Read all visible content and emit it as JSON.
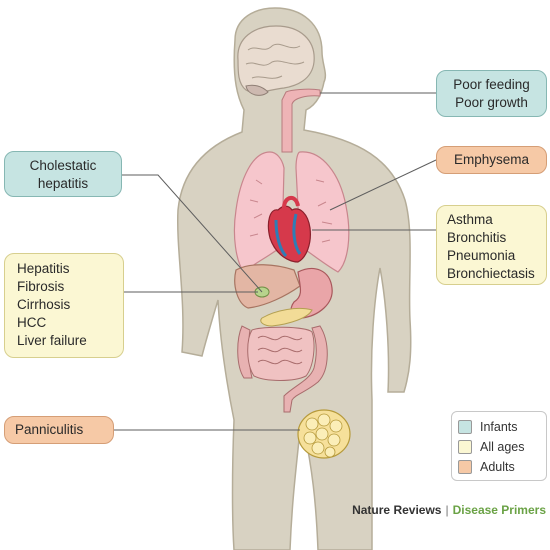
{
  "callouts": {
    "feeding": {
      "lines": [
        "Poor feeding",
        "Poor growth"
      ],
      "group": "infants"
    },
    "emphysema": {
      "lines": [
        "Emphysema"
      ],
      "group": "adults"
    },
    "cholestatic": {
      "lines": [
        "Cholestatic",
        "hepatitis"
      ],
      "group": "infants"
    },
    "respiratory": {
      "lines": [
        "Asthma",
        "Bronchitis",
        "Pneumonia",
        "Bronchiectasis"
      ],
      "group": "all_ages"
    },
    "liver": {
      "lines": [
        "Hepatitis",
        "Fibrosis",
        "Cirrhosis",
        "HCC",
        "Liver failure"
      ],
      "group": "all_ages"
    },
    "panniculitis": {
      "lines": [
        "Panniculitis"
      ],
      "group": "adults"
    }
  },
  "legend": {
    "items": [
      {
        "label": "Infants",
        "color": "#c6e4e2"
      },
      {
        "label": "All ages",
        "color": "#fbf7d3"
      },
      {
        "label": "Adults",
        "color": "#f6c9a6"
      }
    ]
  },
  "credit": {
    "publisher": "Nature Reviews",
    "separator": "|",
    "series": "Disease Primers"
  },
  "colors": {
    "body": "#d8d2c2",
    "body_outline": "#b5ad99",
    "lungs": "#f6c6cc",
    "liver": "#e3b6a4",
    "stomach": "#e9a5a8",
    "intestine": "#f0c2c2",
    "brain": "#e9dcd0",
    "fat_cells": "#f6e09a",
    "connector_lines": "#5e5e5e"
  },
  "icons": {
    "figure": "human-body-illustration"
  }
}
